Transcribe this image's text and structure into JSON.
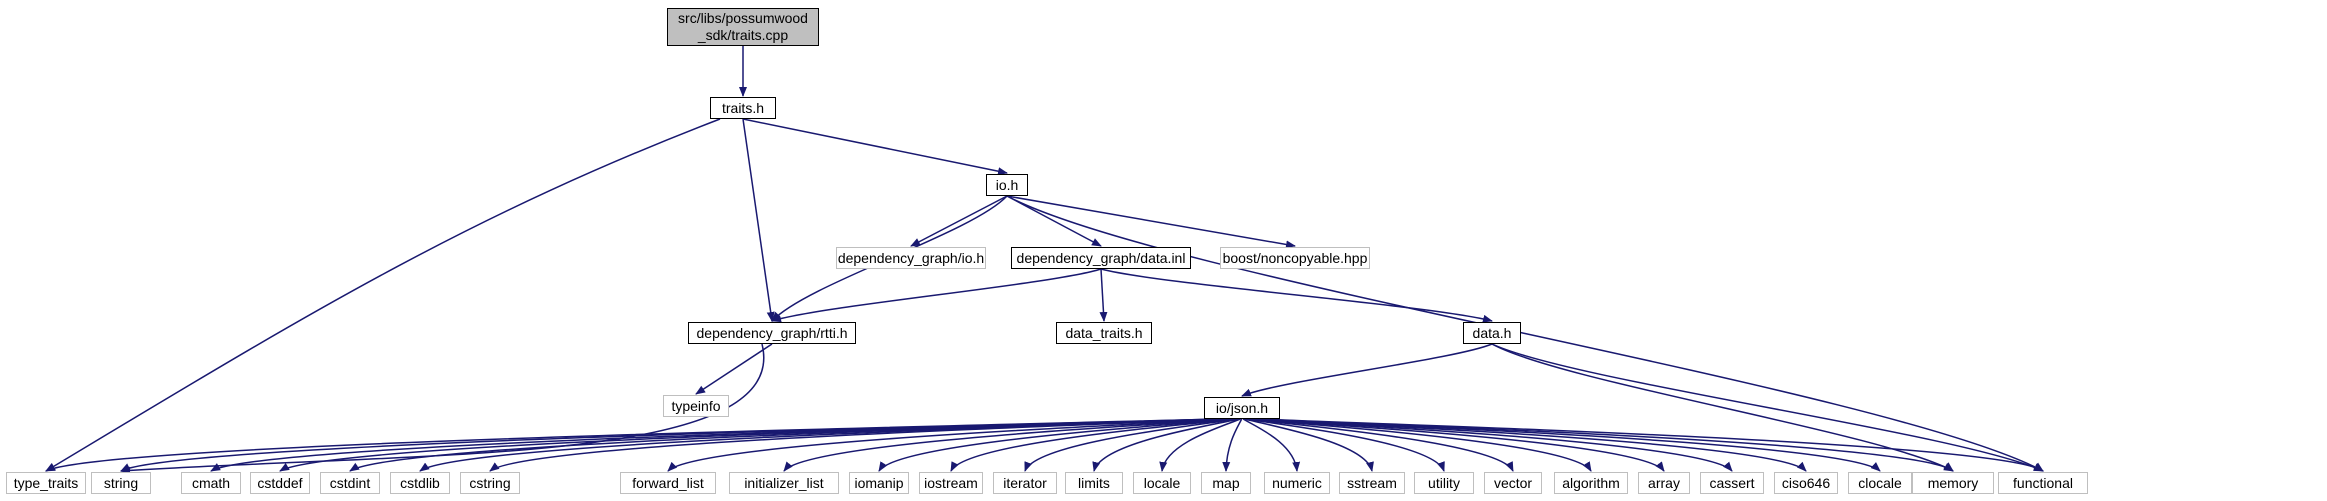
{
  "diagram": {
    "type": "include-dependency-graph",
    "colors": {
      "edge": "#191970",
      "root_fill": "#bfbfbf",
      "node_border": "#000000",
      "external_border": "#bfbfbf"
    },
    "nodes": {
      "root": {
        "line1": "src/libs/possumwood",
        "line2": "_sdk/traits.cpp"
      },
      "traits_h": "traits.h",
      "io_h": "io.h",
      "dg_io_h": "dependency_graph/io.h",
      "dg_data_inl": "dependency_graph/data.inl",
      "boost_noncopyable": "boost/noncopyable.hpp",
      "dg_rtti_h": "dependency_graph/rtti.h",
      "data_traits_h": "data_traits.h",
      "data_h": "data.h",
      "typeinfo": "typeinfo",
      "io_json_h": "io/json.h",
      "type_traits": "type_traits",
      "string": "string",
      "cmath": "cmath",
      "cstddef": "cstddef",
      "cstdint": "cstdint",
      "cstdlib": "cstdlib",
      "cstring": "cstring",
      "forward_list": "forward_list",
      "initializer_list": "initializer_list",
      "iomanip": "iomanip",
      "iostream": "iostream",
      "iterator": "iterator",
      "limits": "limits",
      "locale": "locale",
      "map": "map",
      "numeric": "numeric",
      "sstream": "sstream",
      "utility": "utility",
      "vector": "vector",
      "algorithm": "algorithm",
      "array": "array",
      "cassert": "cassert",
      "ciso646": "ciso646",
      "clocale": "clocale",
      "memory": "memory",
      "functional": "functional"
    }
  }
}
